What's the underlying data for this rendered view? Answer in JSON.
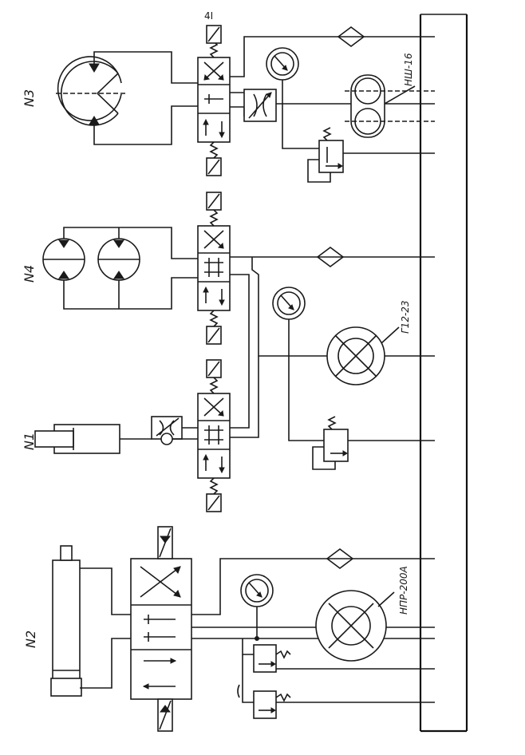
{
  "labels": {
    "circuit_n3": "N3",
    "circuit_n4": "N4",
    "circuit_n1": "N1",
    "circuit_n2": "N2",
    "valve_tag": "4I",
    "pump_n3": "НШ-16",
    "pump_n4": "Г12-23",
    "pump_n2": "НПР-200А"
  },
  "colors": {
    "ink": "#1a1a1a",
    "paper": "#ffffff"
  }
}
